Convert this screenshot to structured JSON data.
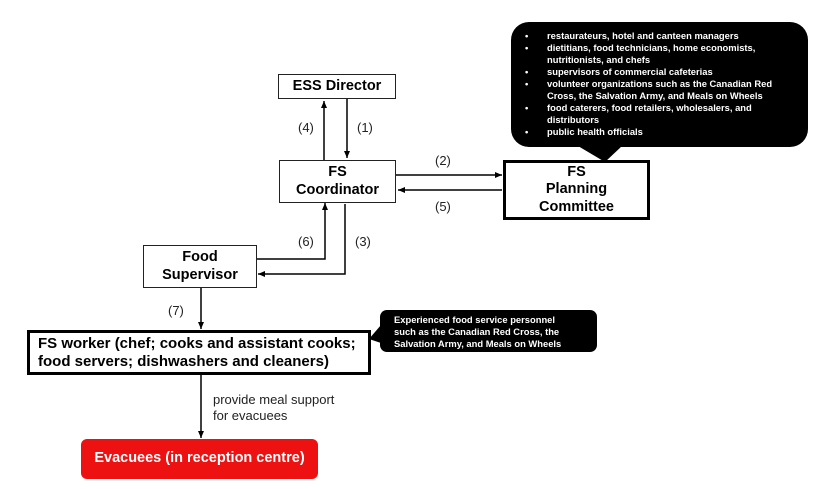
{
  "nodes": {
    "ess_director": "ESS Director",
    "fs_coordinator": [
      "FS",
      "Coordinator"
    ],
    "fs_planning_committee": [
      "FS",
      "Planning",
      "Committee"
    ],
    "food_supervisor": [
      "Food",
      "Supervisor"
    ],
    "fs_worker": [
      "FS worker (chef; cooks and assistant cooks;",
      "food servers; dishwashers and cleaners)"
    ],
    "evacuees": "Evacuees (in reception centre)"
  },
  "edges": {
    "e1": "(1)",
    "e2": "(2)",
    "e3": "(3)",
    "e4": "(4)",
    "e5": "(5)",
    "e6": "(6)",
    "e7": "(7)",
    "meal_support": [
      "provide meal support",
      "for evacuees"
    ]
  },
  "callouts": {
    "planning_committee_members": [
      "restaurateurs, hotel and canteen managers",
      "dietitians, food technicians, home economists, nutritionists, and chefs",
      "supervisors of commercial cafeterias",
      "volunteer organizations such as the Canadian Red Cross, the Salvation Army, and Meals on Wheels",
      "food caterers, food retailers, wholesalers, and distributors",
      "public health officials"
    ],
    "fs_worker_note": [
      "Experienced food service personnel",
      "such as the Canadian Red Cross, the",
      "Salvation Army, and Meals on Wheels"
    ]
  },
  "colors": {
    "evacuees_fill": "#ee1111",
    "callout_fill": "#000000"
  }
}
